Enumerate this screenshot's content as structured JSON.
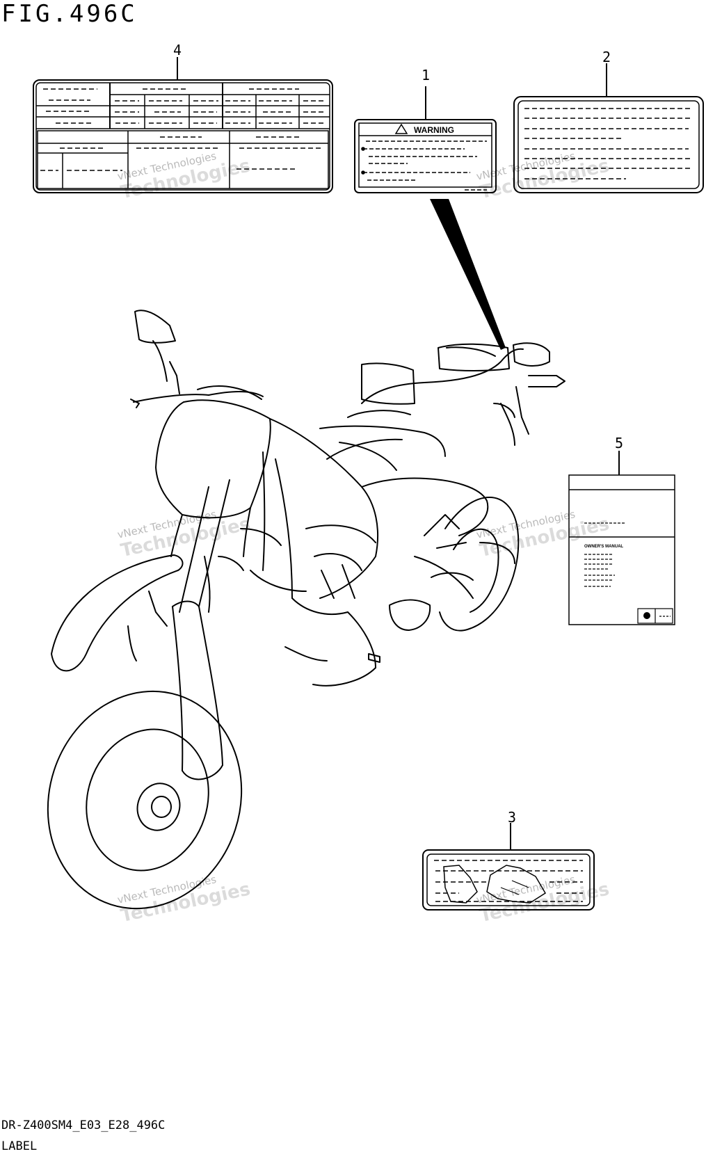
{
  "figure": {
    "title": "FIG.496C",
    "code": "DR-Z400SM4_E03_E28_496C",
    "name": "LABEL"
  },
  "callouts": [
    "1",
    "2",
    "3",
    "4",
    "5"
  ],
  "labels": {
    "warning_text": "WARNING",
    "owners_manual_text": "OWNER'S MANUAL"
  },
  "watermark": {
    "line1": "vNext Technologies",
    "line2": "Technologies"
  }
}
